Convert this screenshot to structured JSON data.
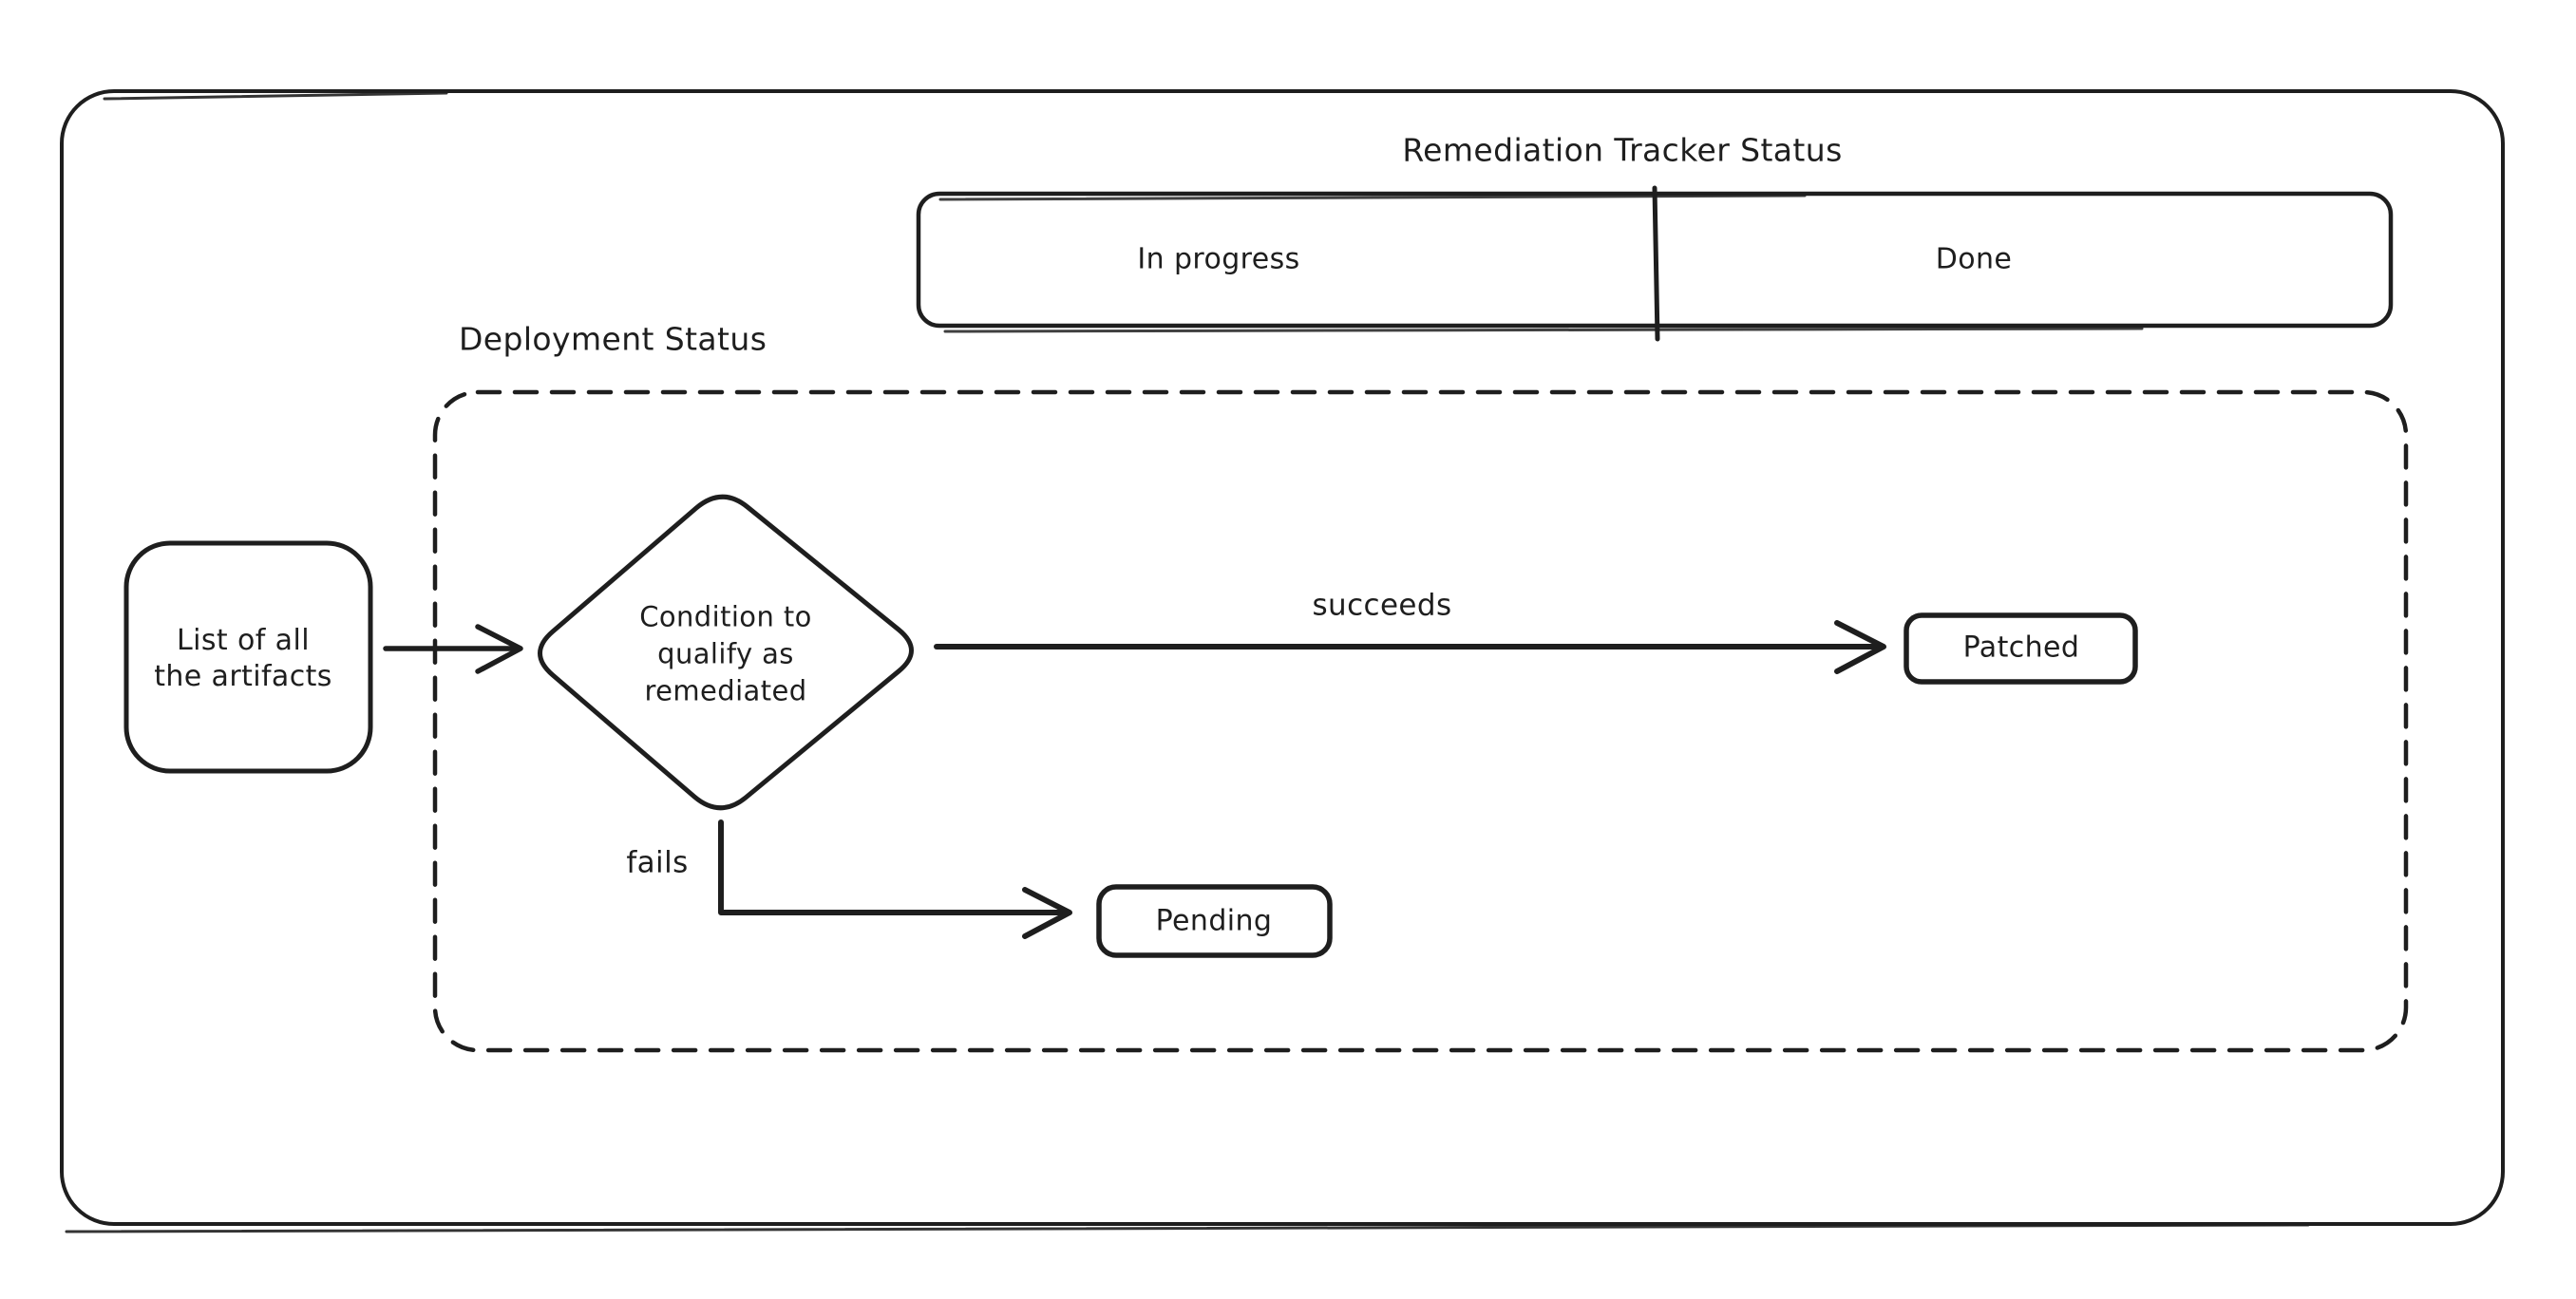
{
  "colors": {
    "ink": "#1e1e1e",
    "background": "#ffffff"
  },
  "title": "Remediation Tracker Status",
  "tracker": {
    "cells": [
      {
        "label": "In progress"
      },
      {
        "label": "Done"
      }
    ]
  },
  "deployment_region": {
    "label": "Deployment Status"
  },
  "nodes": {
    "artifacts": {
      "label": "List of all\nthe artifacts"
    },
    "condition": {
      "label": "Condition to\nqualify as\nremediated"
    },
    "patched": {
      "label": "Patched"
    },
    "pending": {
      "label": "Pending"
    }
  },
  "edges": {
    "input": {
      "from": "artifacts",
      "to": "condition"
    },
    "succeeds": {
      "from": "condition",
      "to": "patched",
      "label": "succeeds"
    },
    "fails": {
      "from": "condition",
      "to": "pending",
      "label": "fails"
    }
  }
}
